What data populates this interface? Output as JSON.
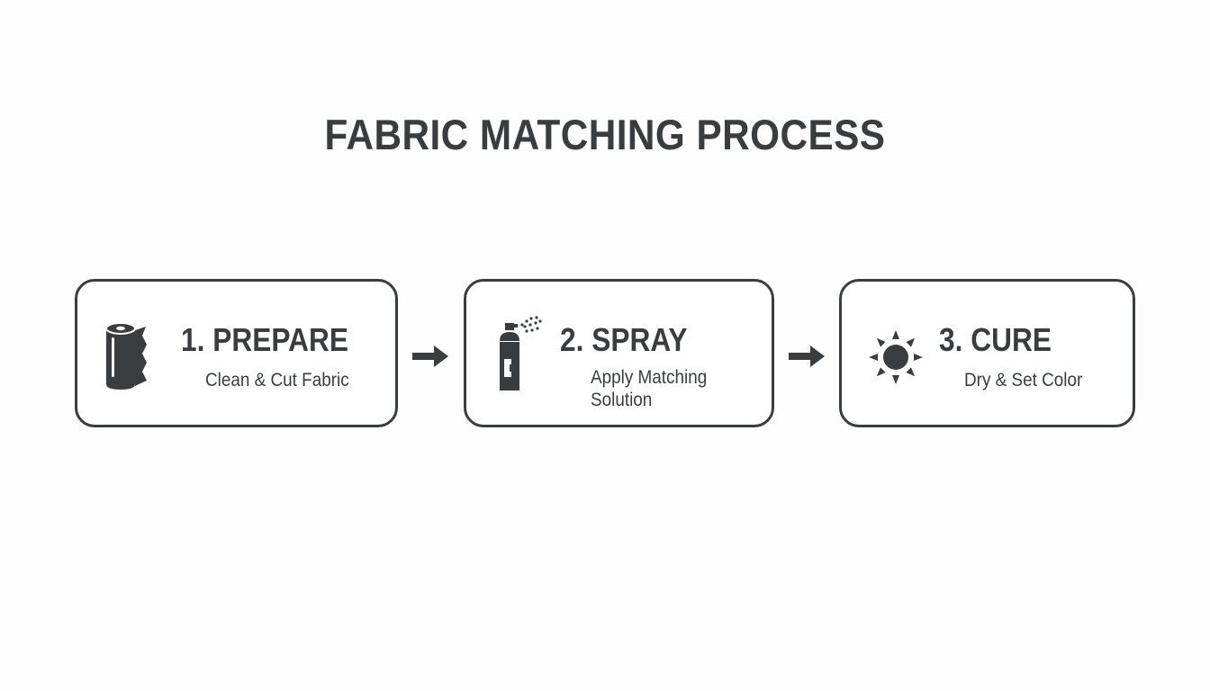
{
  "title": "FABRIC MATCHING PROCESS",
  "steps": [
    {
      "heading": "1. PREPARE",
      "description": "Clean & Cut Fabric",
      "icon": "fabric-roll-icon"
    },
    {
      "heading": "2. SPRAY",
      "description": "Apply Matching Solution",
      "icon": "spray-can-icon"
    },
    {
      "heading": "3. CURE",
      "description": "Dry & Set Color",
      "icon": "sun-icon"
    }
  ],
  "connectors": [
    "arrow-right-icon",
    "arrow-right-icon"
  ],
  "colors": {
    "ink": "#3a3d40",
    "background": "#fdfdfd"
  }
}
